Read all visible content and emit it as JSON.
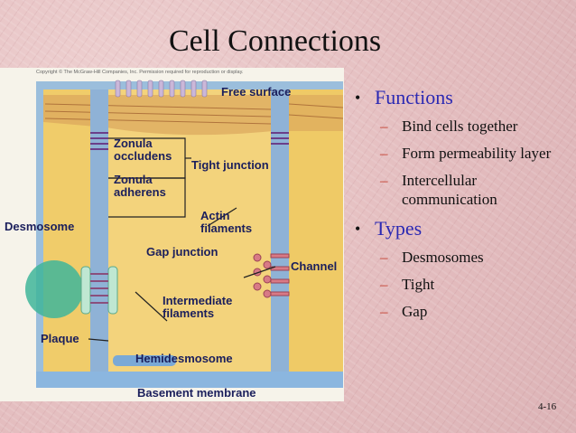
{
  "slide": {
    "title": "Cell Connections",
    "slide_number": "4-16"
  },
  "figure": {
    "copyright": "Copyright © The McGraw-Hill Companies, Inc. Permission required for reproduction or display.",
    "labels": {
      "free_surface": "Free surface",
      "zonula_occludens_1": "Zonula",
      "zonula_occludens_2": "occludens",
      "zonula_adherens_1": "Zonula",
      "zonula_adherens_2": "adherens",
      "tight_junction": "Tight junction",
      "actin_1": "Actin",
      "actin_2": "filaments",
      "desmosome": "Desmosome",
      "gap_junction": "Gap junction",
      "channel": "Channel",
      "intermediate_1": "Intermediate",
      "intermediate_2": "filaments",
      "plaque": "Plaque",
      "hemidesmosome": "Hemidesmosome",
      "basement_membrane": "Basement membrane"
    }
  },
  "bullets": [
    {
      "label": "Functions",
      "items": [
        "Bind cells together",
        "Form permeability layer",
        "Intercellular communication"
      ]
    },
    {
      "label": "Types",
      "items": [
        "Desmosomes",
        "Tight",
        "Gap"
      ]
    }
  ],
  "colors": {
    "bullet_heading": "#2b29b3",
    "dash": "#c23a2a",
    "membrane": "#7fa8cc",
    "cytoplasm": "#f2d27a"
  }
}
